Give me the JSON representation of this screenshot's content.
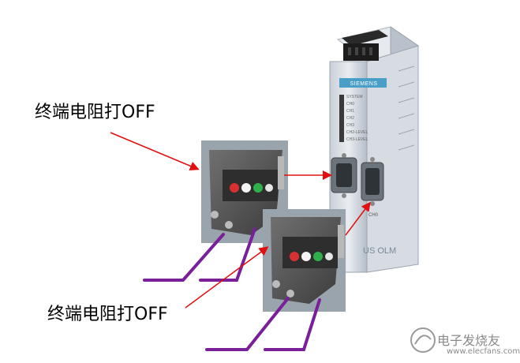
{
  "labels": {
    "terminator_top": "终端电阻打OFF",
    "terminator_bottom": "终端电阻打OFF"
  },
  "device": {
    "brand": "SIEMENS",
    "leds": [
      "SYSTEM",
      "CH0",
      "CH1",
      "CH2",
      "CH3",
      "CH2-LEVEL",
      "CH3-LEVEL"
    ],
    "channel_label": "CH0",
    "side_text": "US OLM"
  },
  "watermark": {
    "text": "电子发烧友",
    "url": "www.elecfans.com"
  },
  "colors": {
    "arrow": "#e01010",
    "cable": "#7a1f9a",
    "device_body": "#d8dde3",
    "connector_body": "#5a5a5a"
  }
}
